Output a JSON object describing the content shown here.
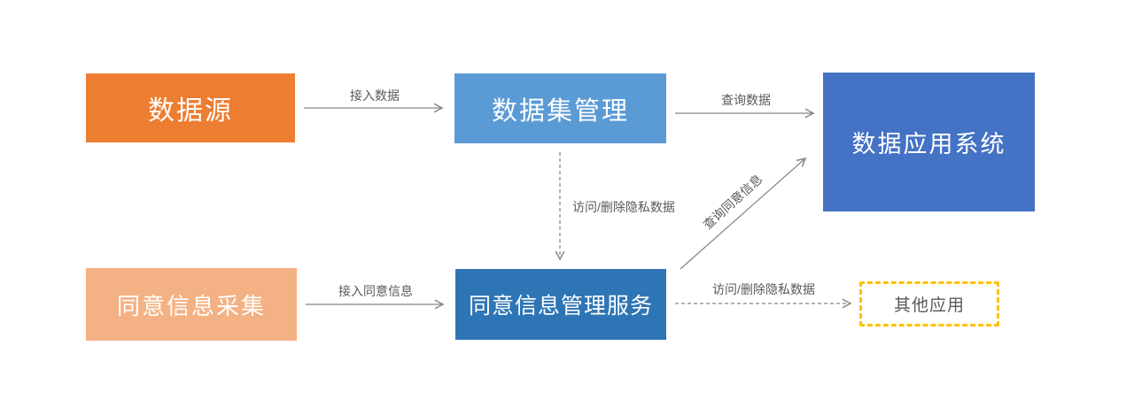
{
  "diagram": {
    "title": "data-privacy-consent-flow",
    "background": "#FFFFFF",
    "nodes": [
      {
        "id": "data-source",
        "label": "数据源",
        "bg": "#ED7D31",
        "text_color": "#FFFFFF",
        "shape": "filled-rect"
      },
      {
        "id": "dataset-management",
        "label": "数据集管理",
        "bg": "#5B9BD5",
        "text_color": "#FFFFFF",
        "shape": "filled-rect"
      },
      {
        "id": "data-application-system",
        "label": "数据应用系统",
        "bg": "#4472C4",
        "text_color": "#FFFFFF",
        "shape": "filled-rect"
      },
      {
        "id": "consent-info-collection",
        "label": "同意信息采集",
        "bg": "#F4B183",
        "text_color": "#FFFFFF",
        "shape": "filled-rect"
      },
      {
        "id": "consent-management-service",
        "label": "同意信息管理服务",
        "bg": "#2E75B6",
        "text_color": "#FFFFFF",
        "shape": "filled-rect"
      },
      {
        "id": "other-applications",
        "label": "其他应用",
        "bg": "#FFFFFF",
        "text_color": "#595959",
        "border_color": "#FFC000",
        "shape": "dashed-outline-rect"
      }
    ],
    "edges": [
      {
        "from": "data-source",
        "to": "dataset-management",
        "label": "接入数据",
        "style": "solid",
        "direction": "right"
      },
      {
        "from": "dataset-management",
        "to": "data-application-system",
        "label": "查询数据",
        "style": "solid",
        "direction": "right"
      },
      {
        "from": "dataset-management",
        "to": "consent-management-service",
        "label": "访问/删除隐私数据",
        "style": "dashed",
        "direction": "down"
      },
      {
        "from": "consent-info-collection",
        "to": "consent-management-service",
        "label": "接入同意信息",
        "style": "solid",
        "direction": "right"
      },
      {
        "from": "consent-management-service",
        "to": "data-application-system",
        "label": "查询同意信息",
        "style": "solid",
        "direction": "diagonal-up-right"
      },
      {
        "from": "consent-management-service",
        "to": "other-applications",
        "label": "访问/删除隐私数据",
        "style": "dashed",
        "direction": "right"
      }
    ],
    "colors": {
      "line": "#848484",
      "label_text": "#595959",
      "accent_gold": "#FFC000"
    }
  }
}
